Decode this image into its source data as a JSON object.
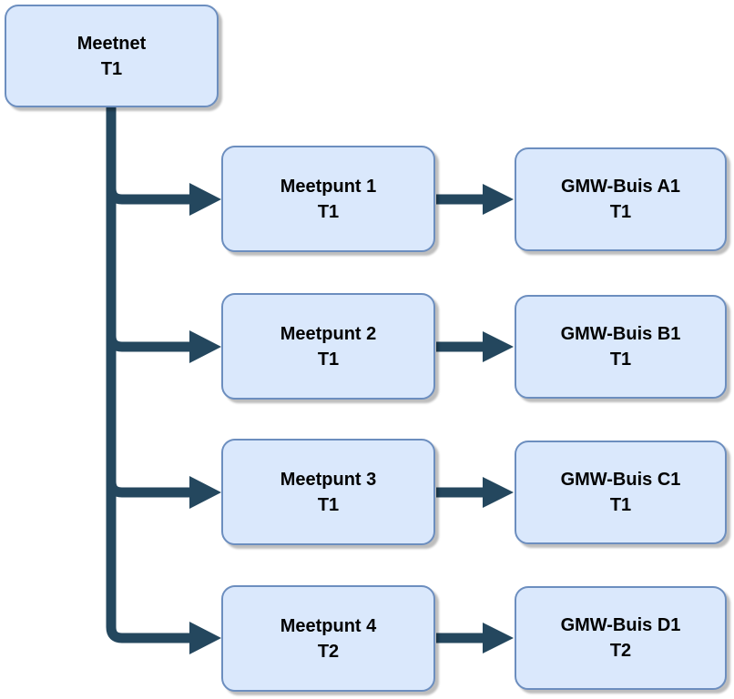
{
  "colors": {
    "node_fill": "#dae8fc",
    "node_border": "#6c8ebf",
    "connector": "#24475e",
    "text": "#000000"
  },
  "nodes": {
    "root": {
      "label": "Meetnet",
      "sublabel": "T1"
    },
    "meetpunt1": {
      "label": "Meetpunt 1",
      "sublabel": "T1"
    },
    "meetpunt2": {
      "label": "Meetpunt 2",
      "sublabel": "T1"
    },
    "meetpunt3": {
      "label": "Meetpunt 3",
      "sublabel": "T1"
    },
    "meetpunt4": {
      "label": "Meetpunt 4",
      "sublabel": "T2"
    },
    "gmw_a1": {
      "label": "GMW-Buis A1",
      "sublabel": "T1"
    },
    "gmw_b1": {
      "label": "GMW-Buis B1",
      "sublabel": "T1"
    },
    "gmw_c1": {
      "label": "GMW-Buis C1",
      "sublabel": "T1"
    },
    "gmw_d1": {
      "label": "GMW-Buis D1",
      "sublabel": "T2"
    }
  },
  "edges": [
    {
      "from": "Meetnet T1",
      "to": "Meetpunt 1 T1"
    },
    {
      "from": "Meetnet T1",
      "to": "Meetpunt 2 T1"
    },
    {
      "from": "Meetnet T1",
      "to": "Meetpunt 3 T1"
    },
    {
      "from": "Meetnet T1",
      "to": "Meetpunt 4 T2"
    },
    {
      "from": "Meetpunt 1 T1",
      "to": "GMW-Buis A1 T1"
    },
    {
      "from": "Meetpunt 2 T1",
      "to": "GMW-Buis B1 T1"
    },
    {
      "from": "Meetpunt 3 T1",
      "to": "GMW-Buis C1 T1"
    },
    {
      "from": "Meetpunt 4 T2",
      "to": "GMW-Buis D1 T2"
    }
  ]
}
